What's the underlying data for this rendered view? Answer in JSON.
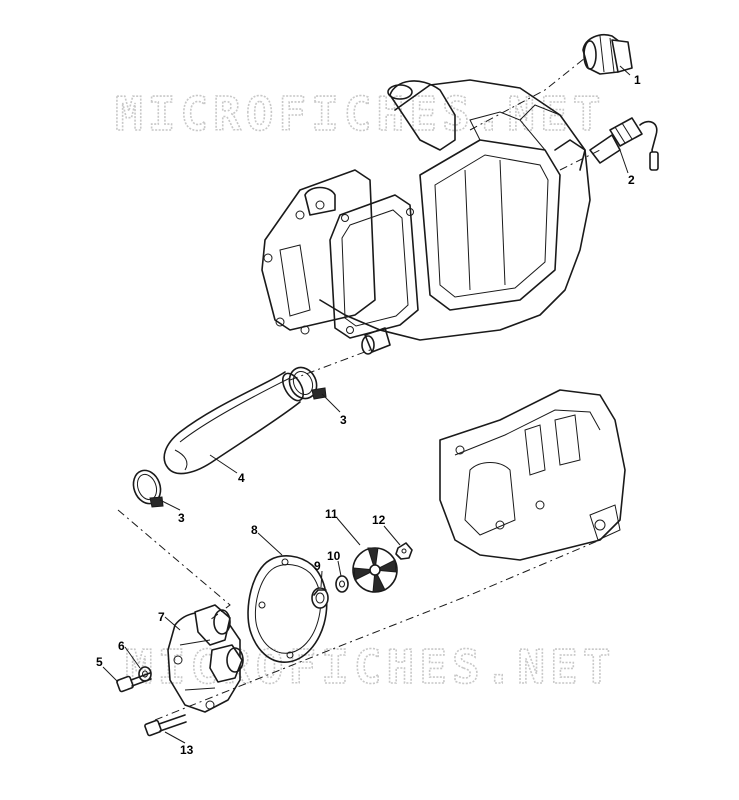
{
  "watermark": {
    "top_text": "MICROFICHES.NET",
    "bottom_text": "MICROFICHES.NET"
  },
  "callouts": [
    {
      "id": "c1",
      "label": "1"
    },
    {
      "id": "c2",
      "label": "2"
    },
    {
      "id": "c3a",
      "label": "3"
    },
    {
      "id": "c3b",
      "label": "3"
    },
    {
      "id": "c4",
      "label": "4"
    },
    {
      "id": "c5",
      "label": "5"
    },
    {
      "id": "c6",
      "label": "6"
    },
    {
      "id": "c7",
      "label": "7"
    },
    {
      "id": "c8",
      "label": "8"
    },
    {
      "id": "c9",
      "label": "9"
    },
    {
      "id": "c10",
      "label": "10"
    },
    {
      "id": "c11",
      "label": "11"
    },
    {
      "id": "c12",
      "label": "12"
    },
    {
      "id": "c13",
      "label": "13"
    }
  ]
}
